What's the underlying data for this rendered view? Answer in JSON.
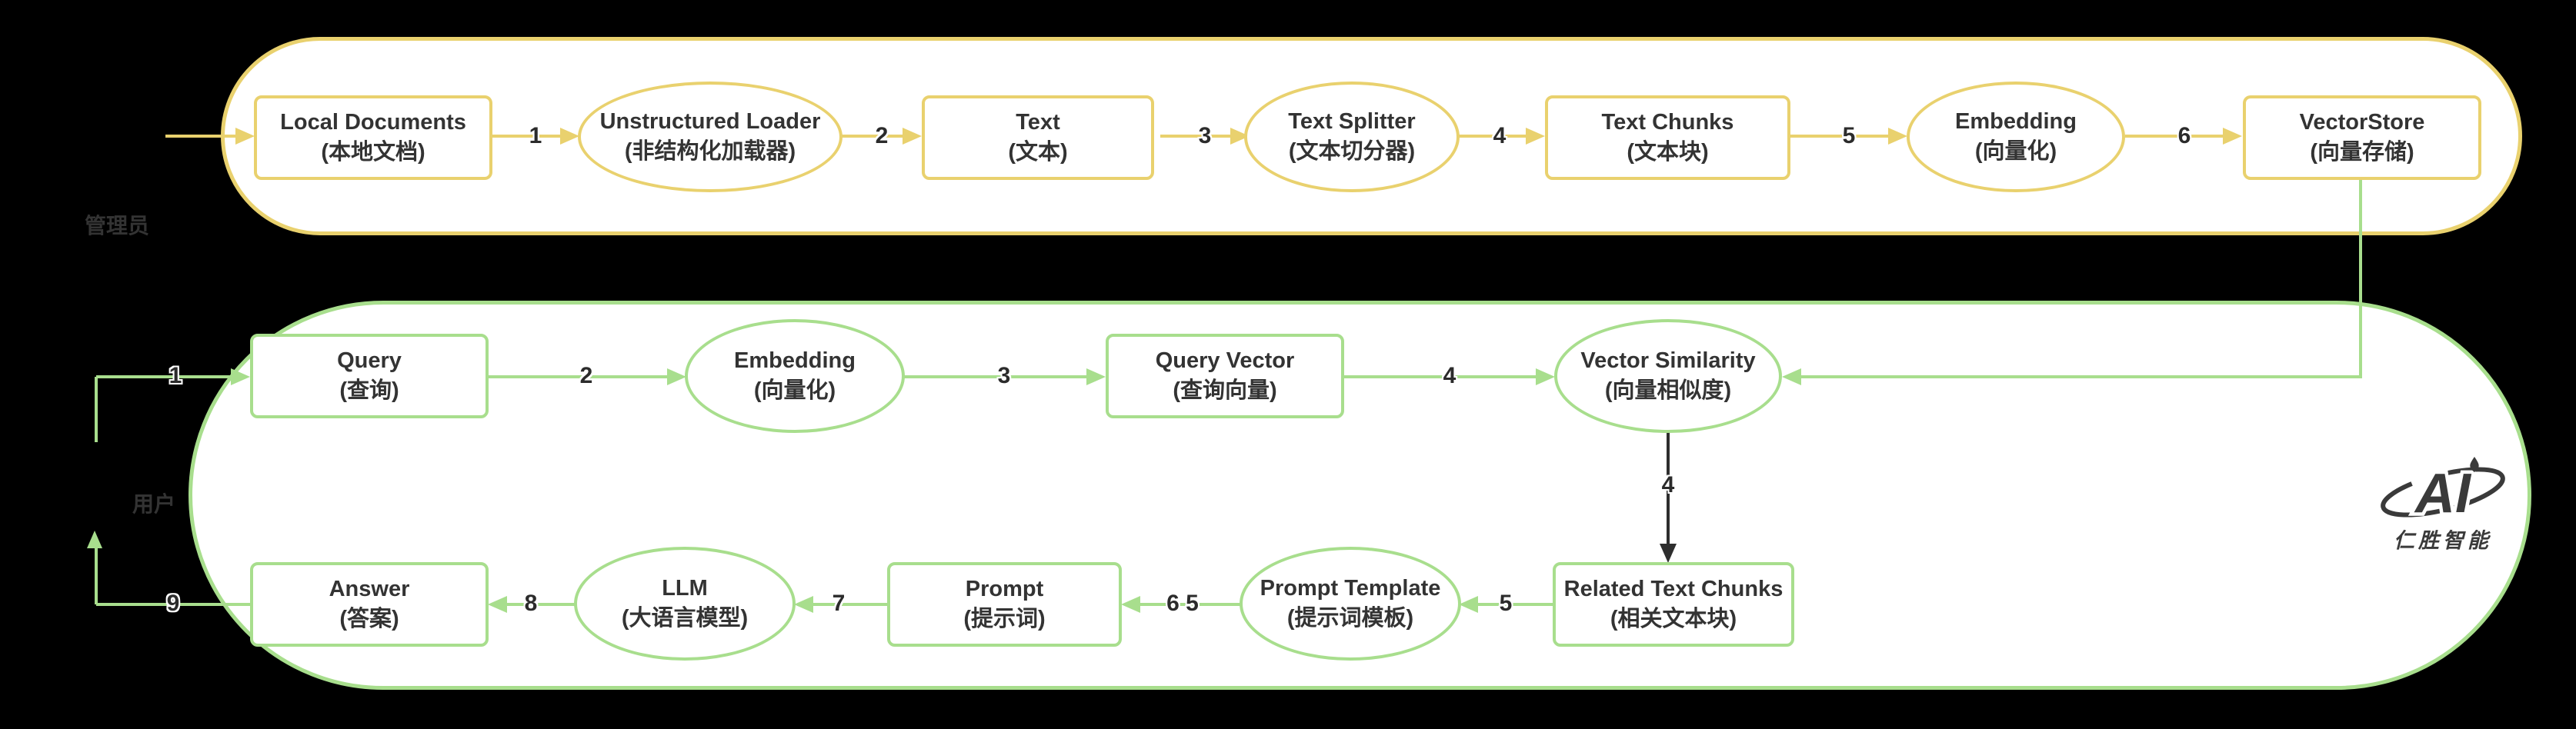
{
  "colors": {
    "background": "#000000",
    "admin_accent": "#E9D16E",
    "user_accent": "#A8DE8D",
    "dark_arrow": "#2E2E2E",
    "node_text": "#333333"
  },
  "lanes": [
    {
      "label": "管理员"
    },
    {
      "label": "用户"
    }
  ],
  "admin_flow": {
    "nodes": [
      {
        "en": "Local Documents",
        "zh": "(本地文档)",
        "shape": "rect"
      },
      {
        "en": "Unstructured Loader",
        "zh": "(非结构化加载器)",
        "shape": "ellipse"
      },
      {
        "en": "Text",
        "zh": "(文本)",
        "shape": "rect"
      },
      {
        "en": "Text Splitter",
        "zh": "(文本切分器)",
        "shape": "ellipse"
      },
      {
        "en": "Text Chunks",
        "zh": "(文本块)",
        "shape": "rect"
      },
      {
        "en": "Embedding",
        "zh": "(向量化)",
        "shape": "ellipse"
      },
      {
        "en": "VectorStore",
        "zh": "(向量存储)",
        "shape": "rect"
      }
    ],
    "edge_labels": [
      "1",
      "2",
      "3",
      "4",
      "5",
      "6"
    ]
  },
  "user_flow": {
    "nodes": [
      {
        "en": "Query",
        "zh": "(查询)",
        "shape": "rect"
      },
      {
        "en": "Embedding",
        "zh": "(向量化)",
        "shape": "ellipse"
      },
      {
        "en": "Query Vector",
        "zh": "(查询向量)",
        "shape": "rect"
      },
      {
        "en": "Vector Similarity",
        "zh": "(向量相似度)",
        "shape": "ellipse"
      },
      {
        "en": "Related Text Chunks",
        "zh": "(相关文本块)",
        "shape": "rect"
      },
      {
        "en": "Prompt Template",
        "zh": "(提示词模板)",
        "shape": "ellipse"
      },
      {
        "en": "Prompt",
        "zh": "(提示词)",
        "shape": "rect"
      },
      {
        "en": "LLM",
        "zh": "(大语言模型)",
        "shape": "ellipse"
      },
      {
        "en": "Answer",
        "zh": "(答案)",
        "shape": "rect"
      }
    ],
    "edge_labels_row1": [
      "1",
      "2",
      "3",
      "4"
    ],
    "edge_label_down": "4",
    "edge_labels_row2": [
      "5",
      "6 5",
      "7",
      "8",
      "9"
    ]
  },
  "logo": {
    "mark": "AI",
    "text": "仁胜智能"
  }
}
